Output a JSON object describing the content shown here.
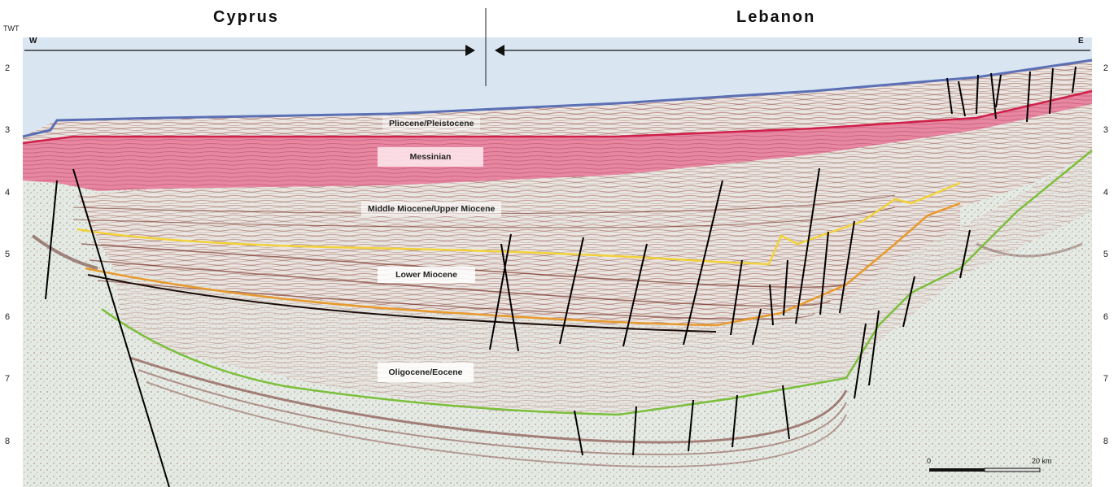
{
  "regions": {
    "west": "Cyprus",
    "east": "Lebanon"
  },
  "axis": {
    "title": "TWT",
    "ticks_left": [
      "2",
      "3",
      "4",
      "5",
      "6",
      "7",
      "8"
    ],
    "ticks_right": [
      "2",
      "3",
      "4",
      "5",
      "6",
      "7",
      "8"
    ]
  },
  "directions": {
    "west": "W",
    "east": "E"
  },
  "units": [
    "Pliocene/Pleistocene",
    "Messinian",
    "Middle Miocene/Upper Miocene",
    "Lower Miocene",
    "Oligocene/Eocene"
  ],
  "scale_bar": {
    "start": "0",
    "end": "20 km"
  },
  "colors": {
    "water": "#d9e6f2",
    "messinian": "#e2557f",
    "seafloor": "#5b6fb5",
    "horizon_yellow": "#f2d23a",
    "horizon_orange": "#e89a2c",
    "horizon_green": "#7bbf3a",
    "fault": "#000000"
  }
}
